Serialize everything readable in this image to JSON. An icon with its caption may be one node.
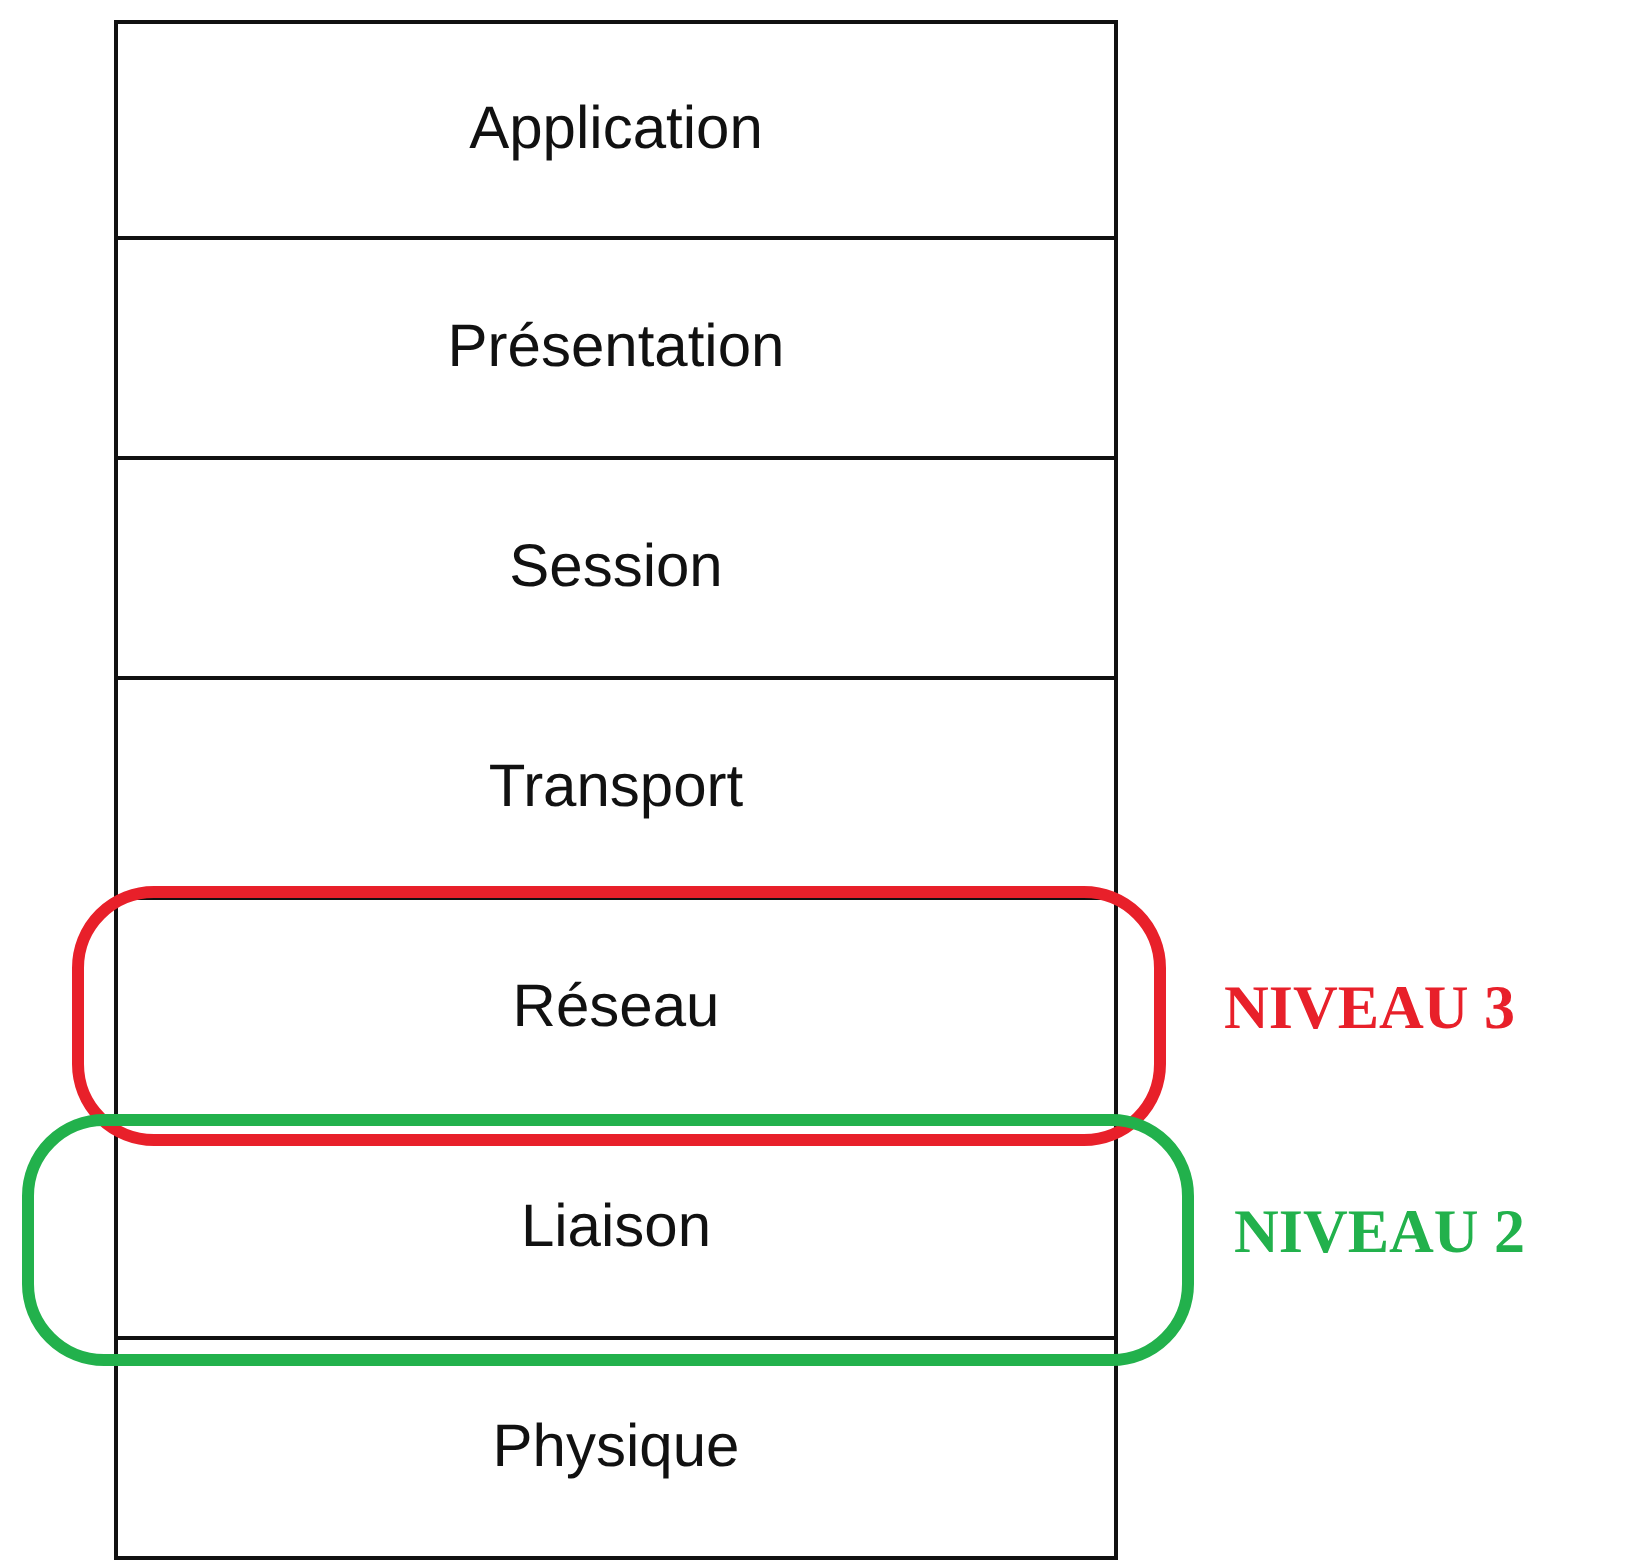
{
  "diagram": {
    "nodes": [
      {
        "text": [
          "Application"
        ]
      },
      {
        "text": [
          "Présentation"
        ]
      },
      {
        "text": [
          "Session"
        ]
      },
      {
        "text": [
          "Transport"
        ]
      },
      {
        "text": [
          "Réseau"
        ]
      },
      {
        "text": [
          "Liaison"
        ]
      },
      {
        "text": [
          "Physique"
        ]
      }
    ],
    "labels": [
      "NIVEAU 3",
      "NIVEAU 2"
    ]
  }
}
